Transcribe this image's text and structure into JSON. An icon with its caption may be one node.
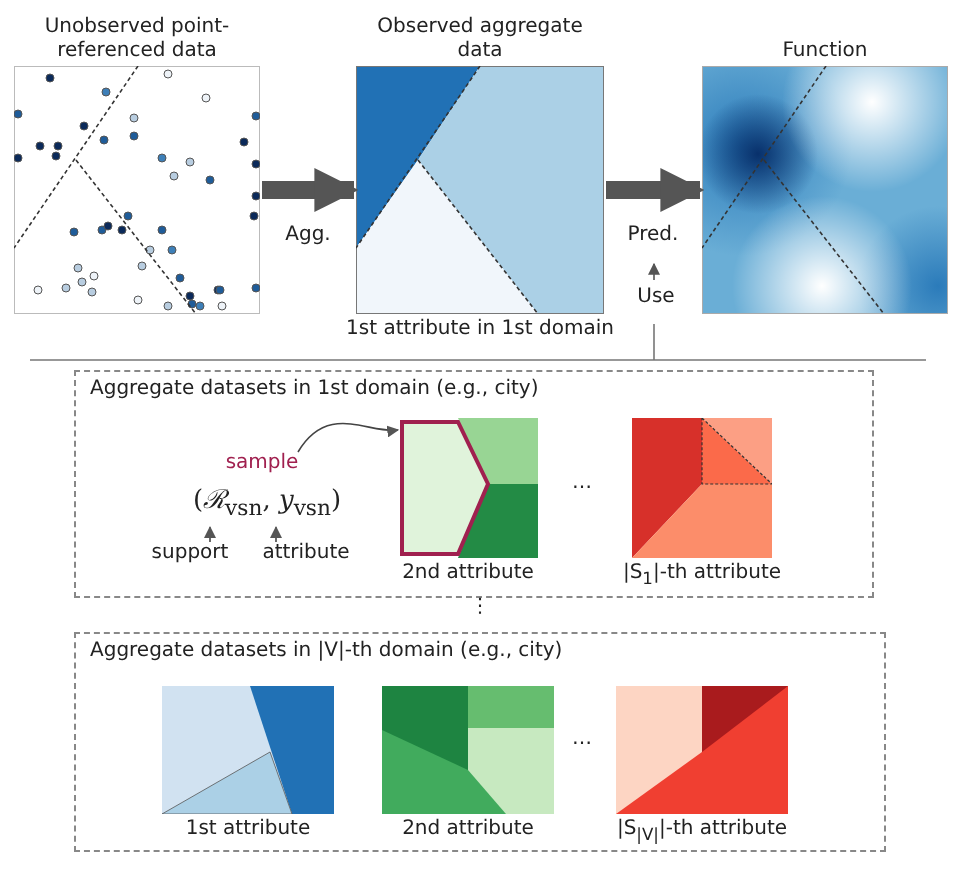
{
  "diagram": {
    "nodes": [
      {
        "text": [
          "Unobserved point-referenced data"
        ]
      },
      {
        "text": [
          "Observed aggregate data"
        ],
        "beside": [
          "1st attribute in 1st domain"
        ]
      },
      {
        "text": [
          "Function"
        ]
      },
      {
        "text": [
          "Aggregate datasets in 1st domain (e.g., city)"
        ]
      },
      {
        "text": [
          "sample"
        ],
        "in": 3
      },
      {
        "text": [
          "(*ℛ*$_{vsn}$, *y*$_{vsn}$)"
        ],
        "in": 3
      },
      {
        "text": [
          "support"
        ],
        "in": 3
      },
      {
        "text": [
          "attribute"
        ],
        "in": 3
      },
      {
        "text": [
          "2nd attribute"
        ],
        "in": 3
      },
      {
        "text": [
          "|S$_{1}$|-th attribute"
        ],
        "in": 3
      },
      {
        "text": [
          "Aggregate datasets in |V|-th domain (e.g., city)"
        ]
      },
      {
        "text": [
          "1st attribute"
        ],
        "in": 10
      },
      {
        "text": [
          "2nd attribute"
        ],
        "in": 10
      },
      {
        "text": [
          "|S$_{|V|}$|-th attribute"
        ],
        "in": 10
      }
    ],
    "edges": [
      {
        "from": 0,
        "to": 1,
        "arrow": "to",
        "label": "Agg.",
        "style": "thick"
      },
      {
        "from": 1,
        "to": 2,
        "arrow": "to",
        "label": "Pred.",
        "style": "thick"
      },
      {
        "from": 4,
        "to": 8,
        "arrow": "to"
      },
      {
        "from": 6,
        "to": 5,
        "arrow": "to"
      },
      {
        "from": 7,
        "to": 5,
        "arrow": "to"
      }
    ],
    "labels": [
      "Use",
      "…",
      "⋮",
      "…"
    ]
  }
}
